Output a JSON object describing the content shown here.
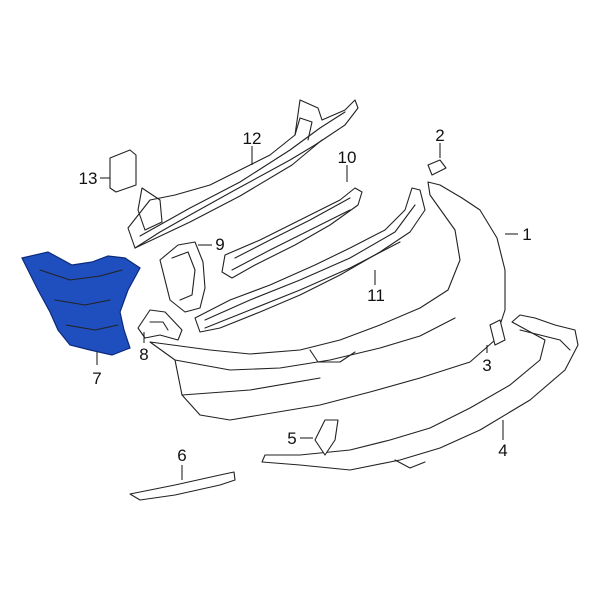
{
  "callouts": [
    {
      "id": "1",
      "label": "1"
    },
    {
      "id": "2",
      "label": "2"
    },
    {
      "id": "3",
      "label": "3"
    },
    {
      "id": "4",
      "label": "4"
    },
    {
      "id": "5",
      "label": "5"
    },
    {
      "id": "6",
      "label": "6"
    },
    {
      "id": "7",
      "label": "7"
    },
    {
      "id": "8",
      "label": "8"
    },
    {
      "id": "9",
      "label": "9"
    },
    {
      "id": "10",
      "label": "10"
    },
    {
      "id": "11",
      "label": "11"
    },
    {
      "id": "12",
      "label": "12"
    },
    {
      "id": "13",
      "label": "13"
    }
  ],
  "colors": {
    "background": "#ffffff",
    "line": "#222222",
    "highlight_fill": "#1f4fbf",
    "highlight_stroke": "#0b2a7a"
  },
  "highlighted_part": "7"
}
